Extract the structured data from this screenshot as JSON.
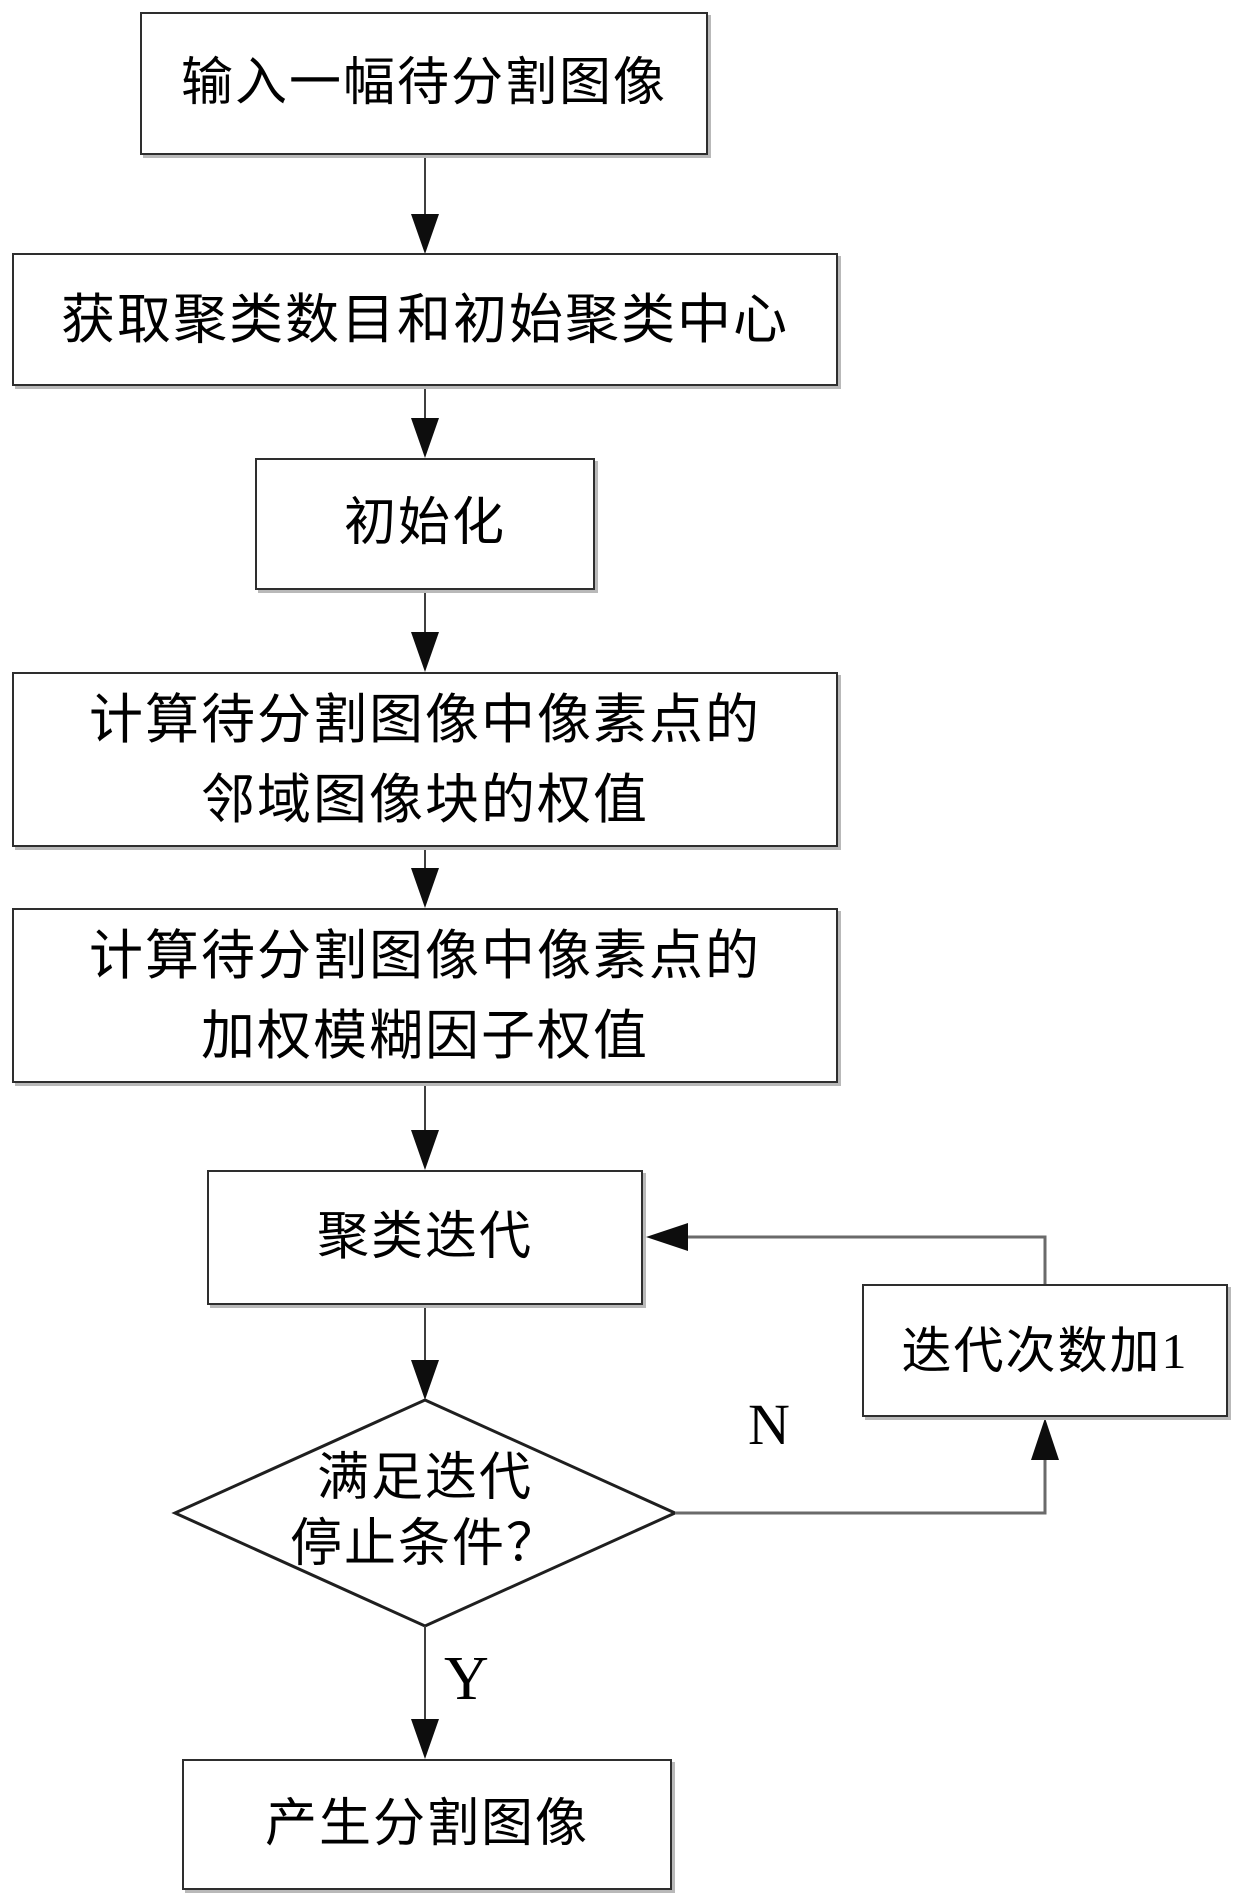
{
  "flowchart": {
    "node_input": {
      "text": "输入一幅待分割图像"
    },
    "node_acquire": {
      "text": "获取聚类数目和初始聚类中心"
    },
    "node_init": {
      "text": "初始化"
    },
    "node_patch_weight": {
      "line1": "计算待分割图像中像素点的",
      "line2": "邻域图像块的权值"
    },
    "node_fuzzy_weight": {
      "line1": "计算待分割图像中像素点的",
      "line2": "加权模糊因子权值"
    },
    "node_cluster_iter": {
      "text": "聚类迭代"
    },
    "node_decision": {
      "line1": "满足迭代",
      "line2": "停止条件？"
    },
    "node_increment": {
      "text": "迭代次数加1"
    },
    "node_output": {
      "text": "产生分割图像"
    },
    "edge_labels": {
      "no": "N",
      "yes": "Y"
    },
    "colors": {
      "background": "#ffffff",
      "box_border": "#2e2e2e",
      "box_shadow": "#b9b9b9",
      "text": "#000000",
      "connector": "#3f3f3f",
      "feedback_line": "#6a6a6a",
      "arrowhead": "#0d0d0d",
      "diamond_border": "#1f1f1f"
    }
  }
}
